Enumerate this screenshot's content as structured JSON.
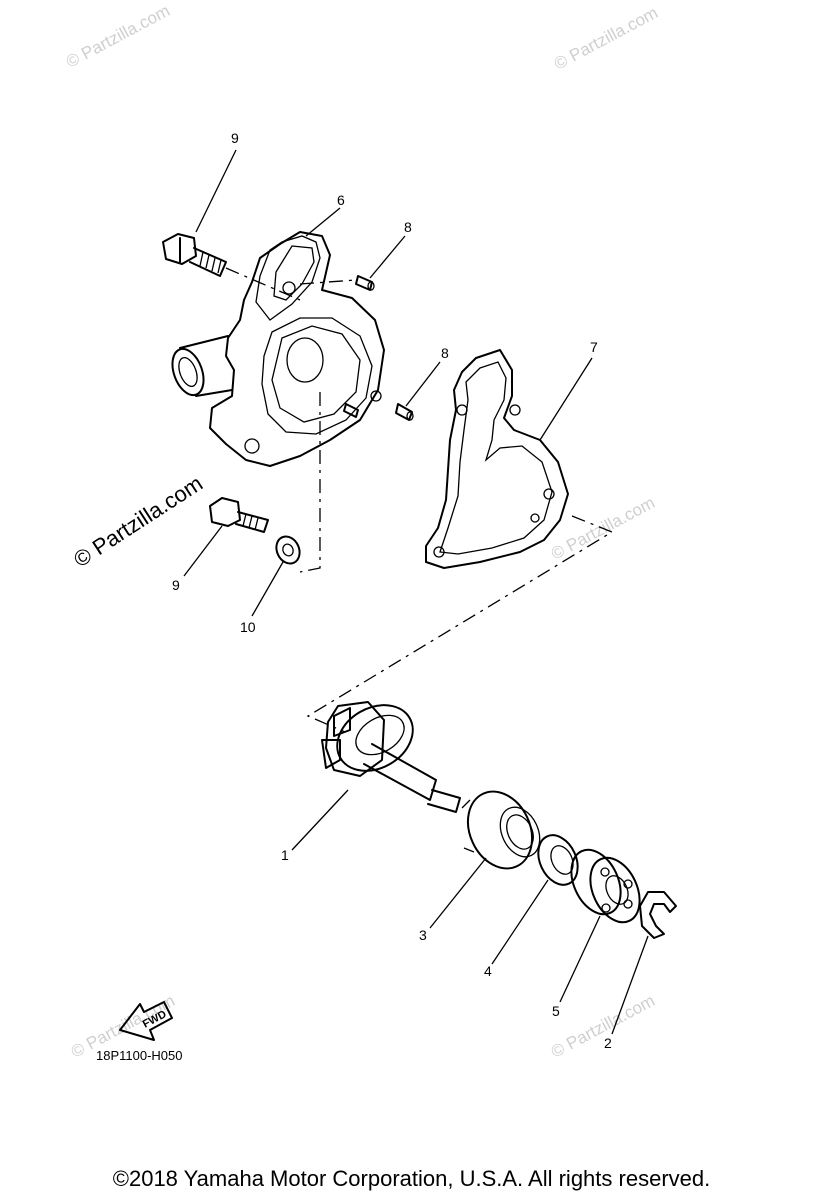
{
  "watermark": "© Partzilla.com",
  "diagram_code": "18P1100-H050",
  "fwd_label": "FWD",
  "copyright": "©2018 Yamaha Motor Corporation, U.S.A. All rights reserved.",
  "callouts": {
    "c1": "1",
    "c2": "2",
    "c3": "3",
    "c4": "4",
    "c5": "5",
    "c6": "6",
    "c7": "7",
    "c8a": "8",
    "c8b": "8",
    "c9a": "9",
    "c9b": "9",
    "c10": "10"
  }
}
